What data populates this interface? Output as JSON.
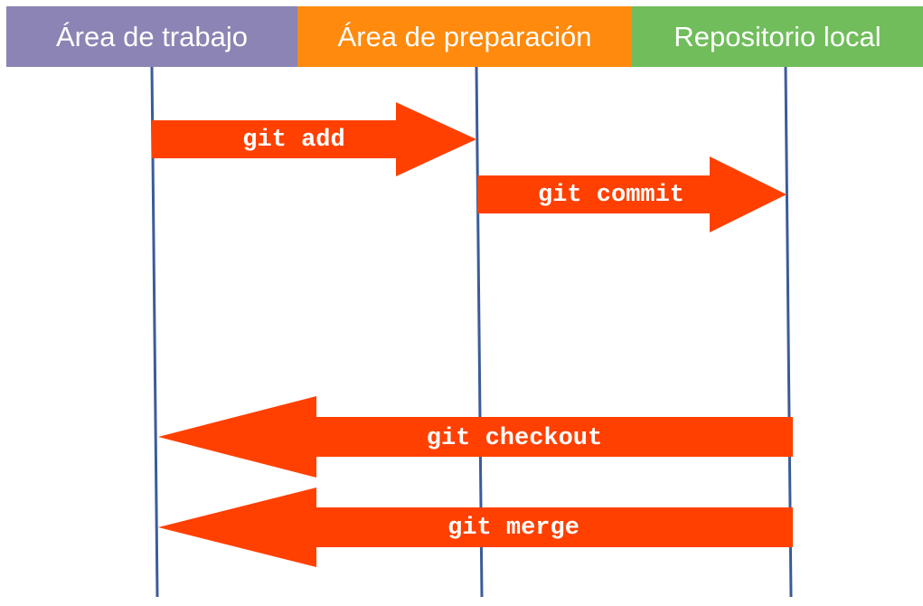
{
  "lanes": [
    {
      "id": "working",
      "label": "Área de trabajo",
      "color": "#8b84b4"
    },
    {
      "id": "staging",
      "label": "Área de preparación",
      "color": "#ff8a0d"
    },
    {
      "id": "repository",
      "label": "Repositorio local",
      "color": "#71bd5c"
    }
  ],
  "lifeline_color": "#3b5c9a",
  "arrow_color": "#ff4000",
  "commands": [
    {
      "label": "git add",
      "from": "working",
      "to": "staging"
    },
    {
      "label": "git commit",
      "from": "staging",
      "to": "repository"
    },
    {
      "label": "git checkout",
      "from": "repository",
      "to": "working"
    },
    {
      "label": "git merge",
      "from": "repository",
      "to": "working"
    }
  ]
}
